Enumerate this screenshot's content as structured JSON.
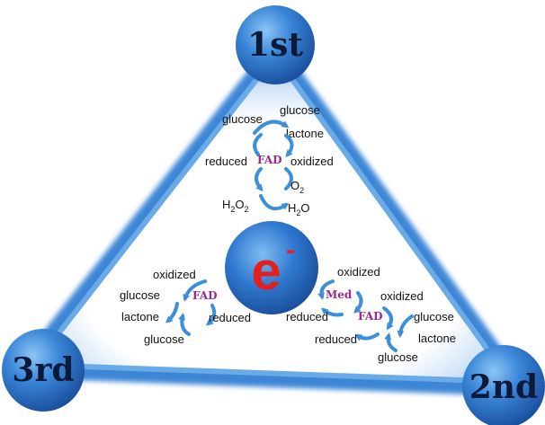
{
  "generations": {
    "first": "1st",
    "second": "2nd",
    "third": "3rd"
  },
  "center": {
    "symbol": "e",
    "superscript": "-"
  },
  "first_gen": {
    "glucose": "glucose",
    "glucose_lactone_line1": "glucose",
    "glucose_lactone_line2": "lactone",
    "reduced": "reduced",
    "fad": "FAD",
    "oxidized": "oxidized",
    "o2_base": "O",
    "o2_sub": "2",
    "h2o2_h": "H",
    "h2o2_sub1": "2",
    "h2o2_o": "O",
    "h2o2_sub2": "2",
    "h2o_h": "H",
    "h2o_sub": "2",
    "h2o_o": "O"
  },
  "third_gen": {
    "oxidized": "oxidized",
    "glucose_lactone_line1": "glucose",
    "glucose_lactone_line2": "lactone",
    "fad": "FAD",
    "reduced": "reduced",
    "glucose": "glucose"
  },
  "second_gen": {
    "med_oxidized": "oxidized",
    "med": "Med",
    "med_reduced": "reduced",
    "fad_oxidized": "oxidized",
    "fad": "FAD",
    "fad_reduced": "reduced",
    "glucose": "glucose",
    "lactone": "lactone",
    "glucose_bottom": "glucose"
  },
  "colors": {
    "triangle_edge": "#3e86d6",
    "triangle_fill": "#ffffff",
    "orb": "#2f6fc4",
    "electron": "#e3201b",
    "arrow": "#3d8fd8",
    "fad_text": "#9b2a8e"
  }
}
